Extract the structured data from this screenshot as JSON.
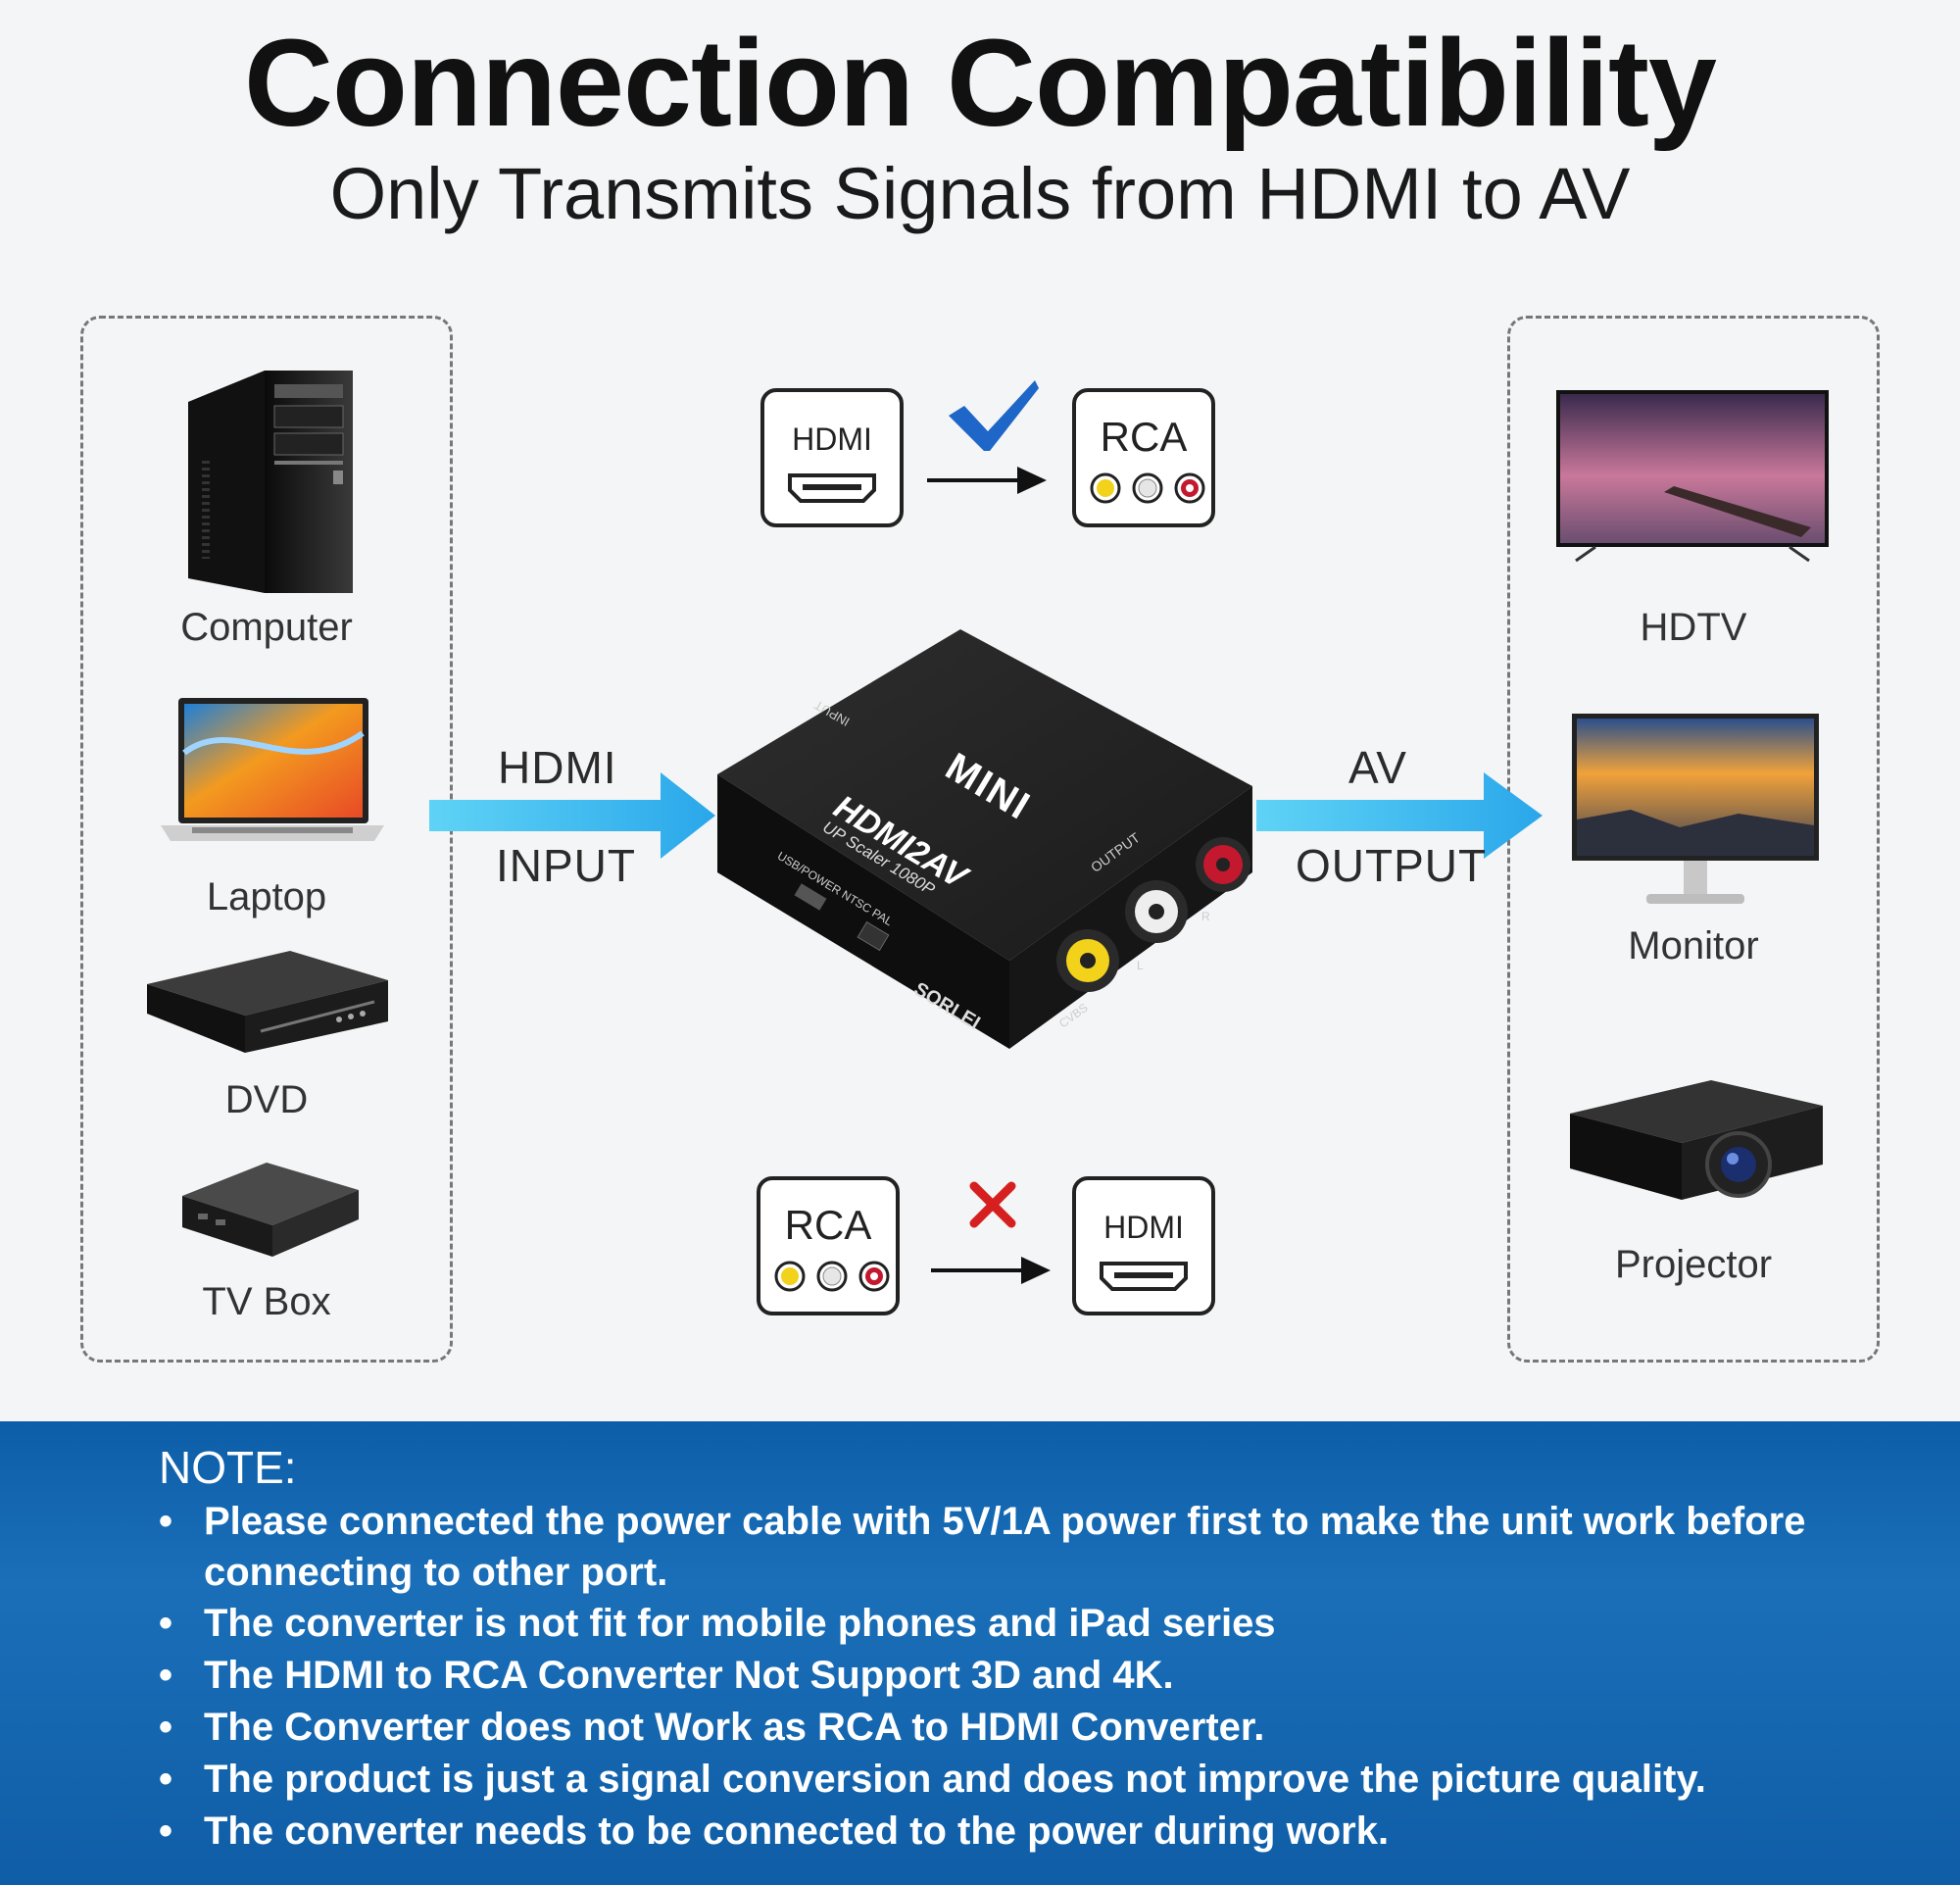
{
  "header": {
    "title": "Connection Compatibility",
    "subtitle": "Only Transmits Signals from HDMI to AV"
  },
  "input_devices": [
    "Computer",
    "Laptop",
    "DVD",
    "TV Box"
  ],
  "output_devices": [
    "HDTV",
    "Monitor",
    "Projector"
  ],
  "flow": {
    "input_top": "HDMI",
    "input_bottom": "INPUT",
    "output_top": "AV",
    "output_bottom": "OUTPUT"
  },
  "compat": {
    "supported_from": "HDMI",
    "supported_to": "RCA",
    "unsupported_from": "RCA",
    "unsupported_to": "HDMI"
  },
  "device": {
    "brand_top": "MINI",
    "model": "HDMI2AV",
    "scaler": "UP Scaler 1080P",
    "input_label": "INPUT",
    "output_label": "OUTPUT",
    "switch_label": "USB/POWER NTSC PAL",
    "port_cvbs": "CVBS",
    "port_l": "L",
    "port_r": "R",
    "maker": "SORLEI"
  },
  "note": {
    "title": "NOTE:",
    "items": [
      "Please connected the power cable with 5V/1A power first to make the unit work before connecting to other port.",
      "The converter is not fit for mobile phones and iPad series",
      "The HDMI to RCA Converter Not Support 3D and 4K.",
      "The Converter does not Work as RCA to HDMI Converter.",
      "The product is just a signal conversion and does not improve the picture quality.",
      "The converter needs to be connected to the power during work."
    ]
  },
  "colors": {
    "arrow_blue": "#36b6ee",
    "check_blue": "#1e66c8",
    "cross_red": "#d62020",
    "note_bg": "#0f5fa8",
    "rca_yellow": "#f2d21b",
    "rca_white": "#e6e6e6",
    "rca_red": "#c4182e"
  },
  "icons": [
    "computer-tower-icon",
    "laptop-icon",
    "dvd-player-icon",
    "tv-box-icon",
    "hdtv-icon",
    "monitor-icon",
    "projector-icon",
    "checkmark-icon",
    "cross-icon",
    "hdmi-port-icon",
    "rca-jacks-icon"
  ]
}
